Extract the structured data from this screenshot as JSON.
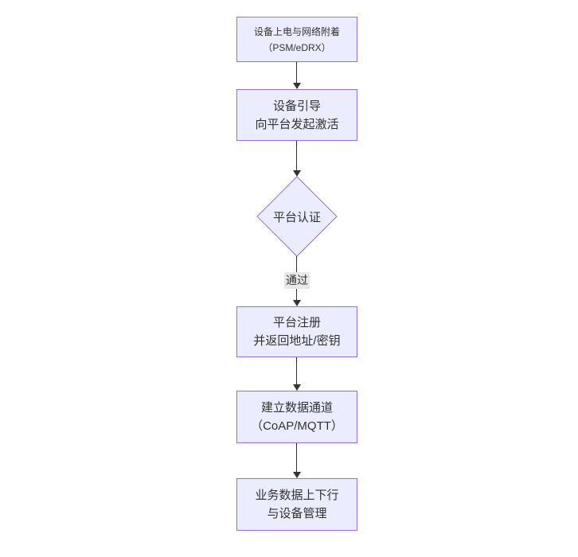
{
  "diagram": {
    "type": "flowchart",
    "direction": "top-down",
    "nodes": [
      {
        "id": "power-attach",
        "shape": "rect",
        "lines": [
          "设备上电与网络附着",
          "（PSM/eDRX）"
        ]
      },
      {
        "id": "bootstrap",
        "shape": "rect",
        "lines": [
          "设备引导",
          "向平台发起激活"
        ]
      },
      {
        "id": "auth",
        "shape": "diamond",
        "label": "平台认证"
      },
      {
        "id": "register",
        "shape": "rect",
        "lines": [
          "平台注册",
          "并返回地址/密钥"
        ]
      },
      {
        "id": "channel",
        "shape": "rect",
        "lines": [
          "建立数据通道",
          "（CoAP/MQTT）"
        ]
      },
      {
        "id": "business",
        "shape": "rect",
        "lines": [
          "业务数据上下行",
          "与设备管理"
        ]
      }
    ],
    "edges": [
      {
        "from": "power-attach",
        "to": "bootstrap",
        "label": ""
      },
      {
        "from": "bootstrap",
        "to": "auth",
        "label": ""
      },
      {
        "from": "auth",
        "to": "register",
        "label": "通过"
      },
      {
        "from": "register",
        "to": "channel",
        "label": ""
      },
      {
        "from": "channel",
        "to": "business",
        "label": ""
      }
    ],
    "colors": {
      "node_fill": "#ECECFF",
      "node_border": "#9370DB",
      "text": "#333333",
      "edge_line": "#333333",
      "edge_label_bg": "#e8e8e8",
      "background": "#ffffff"
    }
  }
}
